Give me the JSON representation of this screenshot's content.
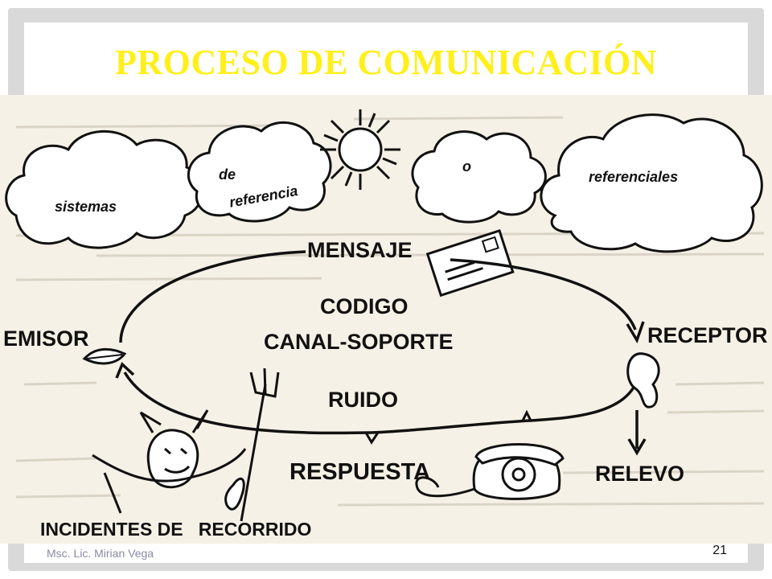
{
  "slide": {
    "title": "PROCESO DE COMUNICACIÓN",
    "author": "Msc. Lic. Mirian Vega",
    "page_number": "21"
  },
  "diagram": {
    "clouds": {
      "sistemas": "sistemas",
      "de": "de",
      "referencia": "referencia",
      "o": "o",
      "referenciales": "referenciales"
    },
    "nodes": {
      "emisor": "EMISOR",
      "receptor": "RECEPTOR",
      "mensaje": "MENSAJE",
      "codigo": "CODIGO",
      "canal": "CANAL-SOPORTE",
      "ruido": "RUIDO",
      "respuesta": "RESPUESTA",
      "relevo": "RELEVO",
      "incidentes": "INCIDENTES DE   RECORRIDO"
    }
  }
}
